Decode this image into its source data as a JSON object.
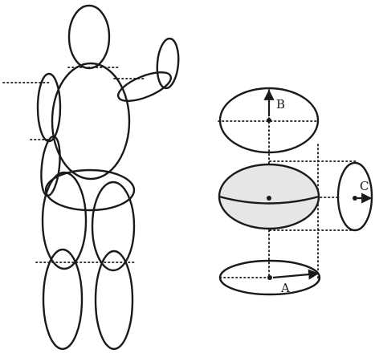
{
  "labels": {
    "b": "B",
    "c": "C",
    "a": "A"
  }
}
